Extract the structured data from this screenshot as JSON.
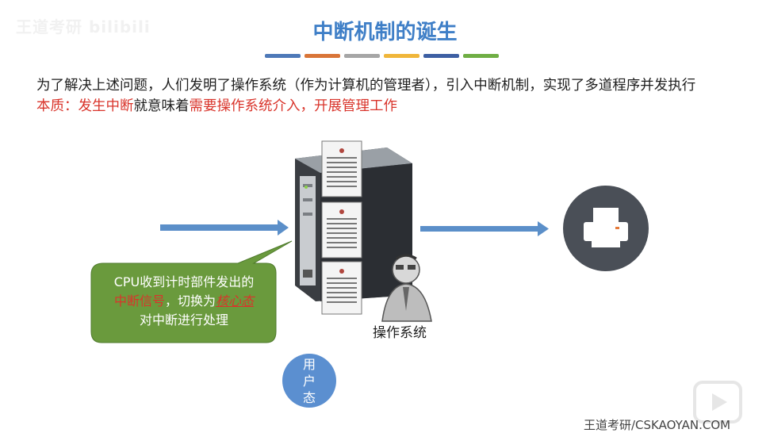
{
  "watermark": "王道考研 bilibili",
  "slide": {
    "title": "中断机制的诞生",
    "accent_colors": [
      "#4e79b8",
      "#d97538",
      "#a6a6a6",
      "#f0b63a",
      "#3d5fa3",
      "#6fae44"
    ],
    "line1": "为了解决上述问题，人们发明了操作系统（作为计算机的管理者），引入中断机制，实现了多道程序并发执行",
    "line2": {
      "part1": "本质：发生中断",
      "part2": "就意味着",
      "part3": "需要操作系统介入，开展管理工作"
    },
    "callout": {
      "line1": "CPU收到计时部件发出的",
      "highlight": "中断信号",
      "mid": "，切换为",
      "kernel": "核心态",
      "line3": "对中断进行处理"
    },
    "os_label": "操作系统",
    "user_mode": [
      "用",
      "户",
      "态"
    ],
    "brand": "王道考研/CSKAOYAN.COM"
  },
  "colors": {
    "title": "#3f7fc7",
    "red": "#d9342b",
    "arrow": "#5b8fc9",
    "callout_bg": "#6a9a3d",
    "printer_circle": "#4a4f57"
  },
  "icons": [
    "server-icon",
    "document-icon",
    "printer-icon",
    "admin-person-icon",
    "play-icon"
  ]
}
